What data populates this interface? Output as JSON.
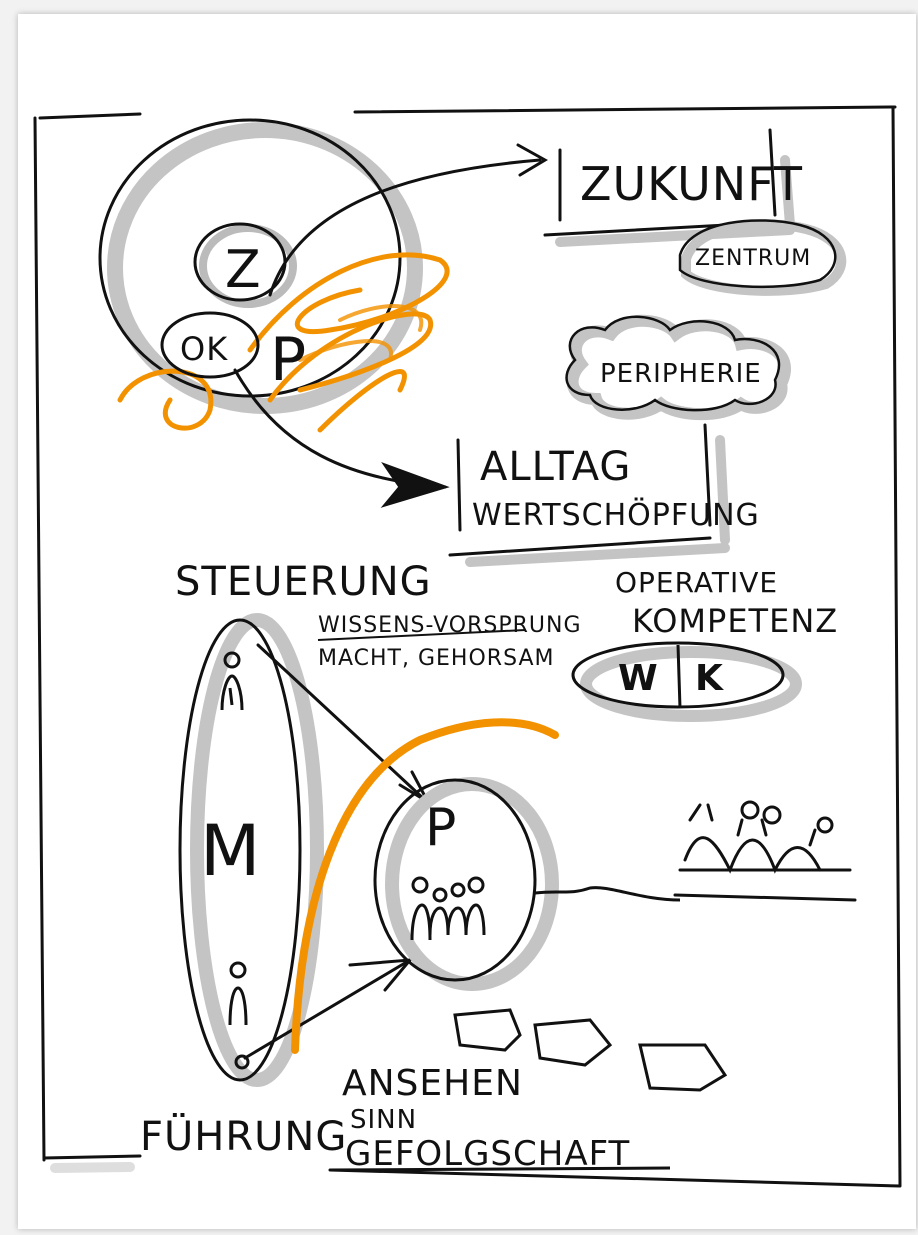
{
  "frame_labels": {
    "zukunft": "ZUKUNFT",
    "zentrum": "ZENTRUM",
    "peripherie": "PERIPHERIE",
    "alltag": "ALLTAG",
    "wertschoepfung": "WERTSCHÖPFUNG"
  },
  "circle_labels": {
    "z": "Z",
    "ok": "OK",
    "p": "P"
  },
  "section_labels": {
    "steuerung": "STEUERUNG",
    "wissens_vorsprung": "WISSENS-VORSPRUNG",
    "macht_gehorsam": "MACHT, GEHORSAM",
    "operative": "OPERATIVE",
    "kompetenz": "KOMPETENZ",
    "w": "W",
    "k": "K",
    "m": "M",
    "p_group": "P",
    "ansehen": "ANSEHEN",
    "sinn": "SINN",
    "gefolgschaft": "GEFOLGSCHAFT",
    "fuehrung": "FÜHRUNG"
  },
  "colors": {
    "ink": "#111111",
    "accent": "#f39200",
    "shadow": "#bdbdbd"
  }
}
